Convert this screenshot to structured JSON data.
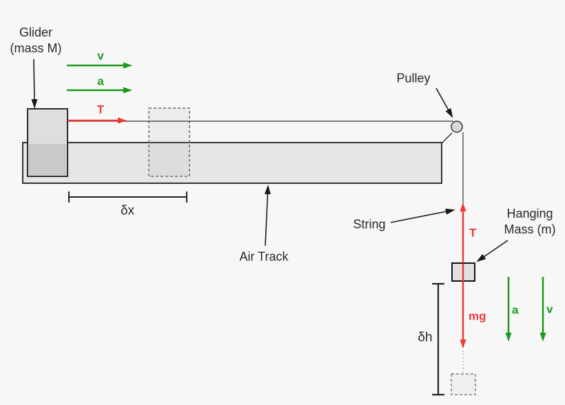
{
  "colors": {
    "background": "#f7f7f7",
    "green": "#1a9a1a",
    "red": "#ee3737",
    "ink": "#26262e",
    "track_fill": "#e6e6e6",
    "glider_fill": "#dedede",
    "glider_overlap_fill": "#c9c9c9",
    "mass_fill": "#e0e0e0",
    "pulley_fill": "#d9d9d9"
  },
  "labels": {
    "glider_line1": "Glider",
    "glider_line2": "(mass M)",
    "velocity_top": "v",
    "acceleration_top": "a",
    "tension_top": "T",
    "pulley": "Pulley",
    "air_track": "Air Track",
    "delta_x": "δx",
    "string": "String",
    "hanging_line1": "Hanging",
    "hanging_line2": "Mass (m)",
    "tension_string": "T",
    "weight": "mg",
    "delta_h": "δh",
    "acceleration_down": "a",
    "velocity_down": "v"
  }
}
